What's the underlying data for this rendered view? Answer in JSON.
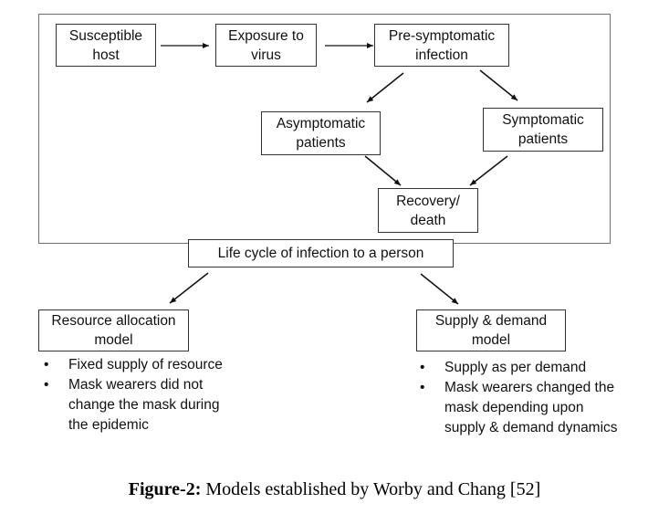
{
  "diagram": {
    "group_label": "Life cycle of infection to a person",
    "nodes": {
      "susceptible_host": {
        "line1": "Susceptible",
        "line2": "host"
      },
      "exposure": {
        "line1": "Exposure to",
        "line2": "virus"
      },
      "presymptomatic": {
        "line1": "Pre-symptomatic",
        "line2": "infection"
      },
      "asymptomatic": {
        "line1": "Asymptomatic",
        "line2": "patients"
      },
      "symptomatic": {
        "line1": "Symptomatic",
        "line2": "patients"
      },
      "recovery": {
        "line1": "Recovery/",
        "line2": "death"
      },
      "resource_model": {
        "line1": "Resource allocation",
        "line2": "model"
      },
      "supply_model": {
        "line1": "Supply & demand",
        "line2": "model"
      }
    },
    "edges": [
      {
        "from": "susceptible_host",
        "to": "exposure"
      },
      {
        "from": "exposure",
        "to": "presymptomatic"
      },
      {
        "from": "presymptomatic",
        "to": "asymptomatic"
      },
      {
        "from": "presymptomatic",
        "to": "symptomatic"
      },
      {
        "from": "asymptomatic",
        "to": "recovery"
      },
      {
        "from": "symptomatic",
        "to": "recovery"
      },
      {
        "from": "group_label",
        "to": "resource_model"
      },
      {
        "from": "group_label",
        "to": "supply_model"
      }
    ],
    "resource_bullets": [
      "Fixed supply of resource",
      "Mask wearers did not",
      "change the mask during",
      "the epidemic"
    ],
    "resource_bullet_items": [
      "Fixed supply of resource",
      "Mask wearers did not change the mask during the epidemic"
    ],
    "supply_bullet_items": [
      "Supply as per demand",
      "Mask wearers changed the mask depending upon supply & demand dynamics"
    ],
    "resource_lines": {
      "b1": "Fixed supply of resource",
      "b2_l1": "Mask wearers did not",
      "b2_l2": "change the mask during",
      "b2_l3": "the epidemic"
    },
    "supply_lines": {
      "b1": "Supply as per demand",
      "b2_l1": "Mask wearers changed the",
      "b2_l2": "mask depending upon",
      "b2_l3": "supply & demand dynamics"
    }
  },
  "caption": {
    "label": "Figure-2:",
    "text": " Models established by Worby and Chang [52]"
  }
}
